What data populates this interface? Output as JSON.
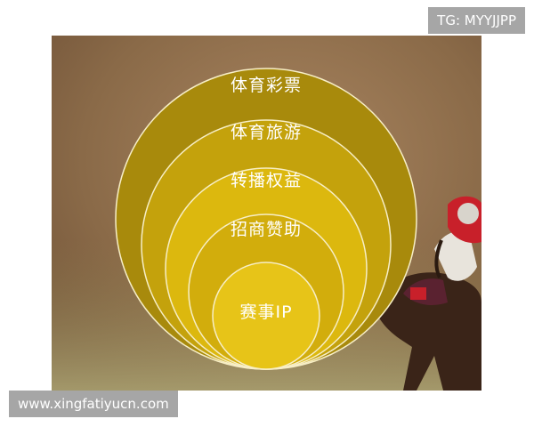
{
  "watermarks": {
    "top_right": "TG: MYYJJPP",
    "bottom_left": "www.xingfatiyucn.com"
  },
  "layers": [
    {
      "label": "体育彩票",
      "color": "#a88a0c"
    },
    {
      "label": "体育旅游",
      "color": "#c4a20c"
    },
    {
      "label": "转播权益",
      "color": "#dcb80e"
    },
    {
      "label": "招商赞助",
      "color": "#d2ad0c"
    },
    {
      "label": "赛事IP",
      "color": "#e7c418"
    }
  ],
  "colors": {
    "circle_outline": "#f7eec6",
    "horse_body": "#3a2418",
    "jockey_silk": "#c8202a"
  }
}
